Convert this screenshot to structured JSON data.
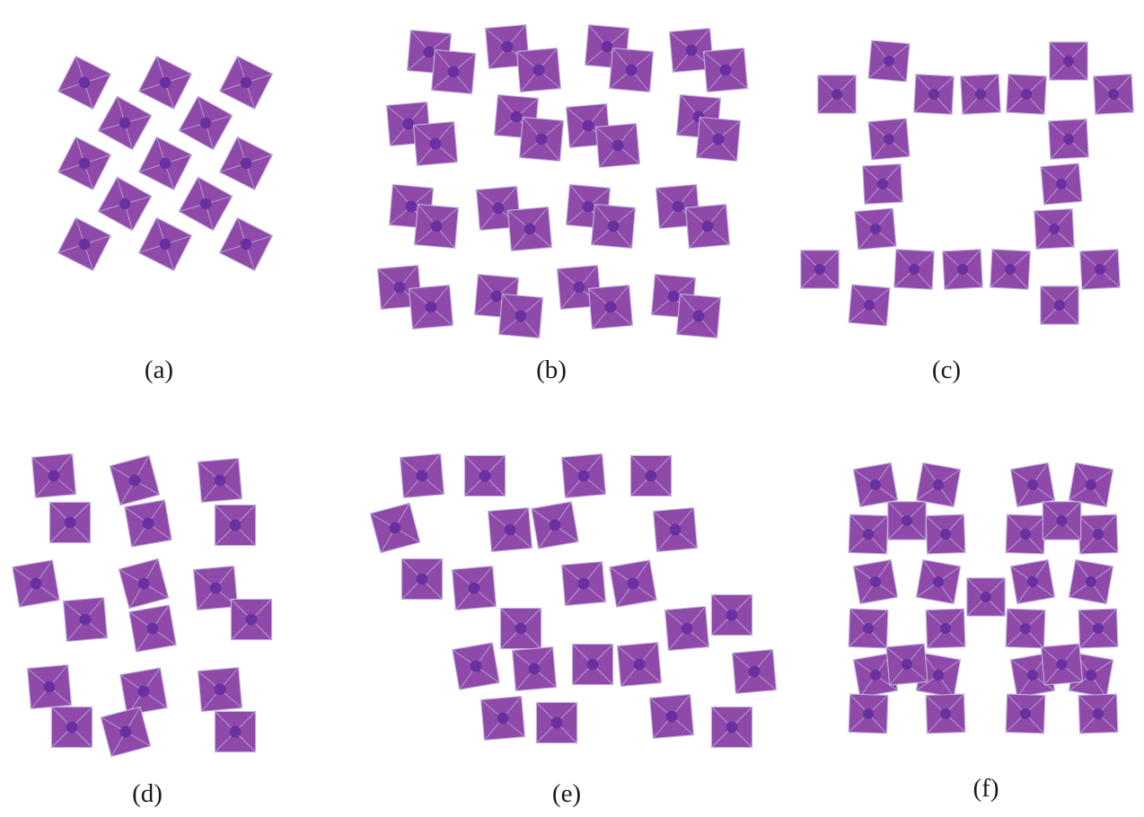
{
  "figure": {
    "panels": [
      {
        "id": "a",
        "label": "(a)"
      },
      {
        "id": "b",
        "label": "(b)"
      },
      {
        "id": "c",
        "label": "(c)"
      },
      {
        "id": "d",
        "label": "(d)"
      },
      {
        "id": "e",
        "label": "(e)"
      },
      {
        "id": "f",
        "label": "(f)"
      }
    ],
    "colors": {
      "polyhedron_fill": "#8f4aa9",
      "polyhedron_edge": "#c4b3de",
      "center_atom": "#6a2fa0",
      "background": "#ffffff"
    },
    "shapes": "octahedra"
  }
}
